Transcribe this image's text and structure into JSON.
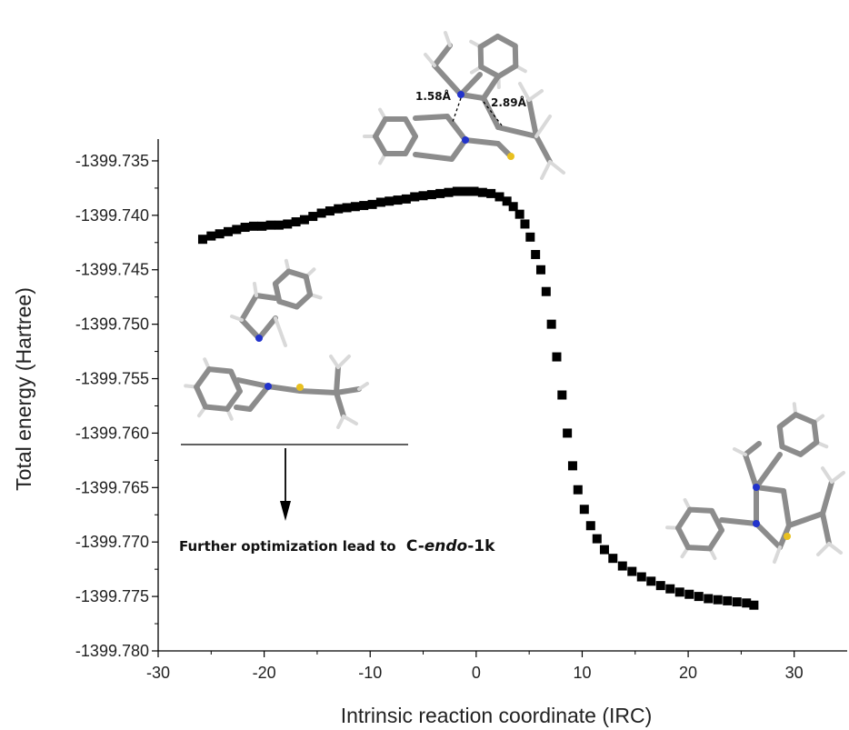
{
  "chart_data": {
    "type": "scatter",
    "xlabel": "Intrinsic reaction coordinate (IRC)",
    "ylabel": "Total energy (Hartree)",
    "xlim": [
      -30,
      35
    ],
    "ylim": [
      -1399.78,
      -1399.733
    ],
    "xticks": [
      "-30",
      "-20",
      "-10",
      "0",
      "10",
      "20",
      "30"
    ],
    "yticks": [
      "-1399.735",
      "-1399.740",
      "-1399.745",
      "-1399.750",
      "-1399.755",
      "-1399.760",
      "-1399.765",
      "-1399.770",
      "-1399.775",
      "-1399.780"
    ],
    "marker": "square",
    "marker_color": "#000000",
    "series": [
      {
        "x": [
          -25.8,
          -25.0,
          -24.2,
          -23.4,
          -22.6,
          -21.8,
          -21.0,
          -20.2,
          -19.4,
          -18.6,
          -17.8,
          -17.0,
          -16.2,
          -15.4,
          -14.6,
          -13.8,
          -13.0,
          -12.2,
          -11.4,
          -10.6,
          -9.8,
          -9.0,
          -8.2,
          -7.4,
          -6.6,
          -5.8,
          -5.0,
          -4.2,
          -3.4,
          -2.6,
          -1.8,
          -1.0,
          -0.2,
          0.6,
          1.4,
          2.2,
          2.9,
          3.5,
          4.1,
          4.6,
          5.1,
          5.6,
          6.1,
          6.6,
          7.1,
          7.6,
          8.1,
          8.6,
          9.1,
          9.6,
          10.2,
          10.8,
          11.4,
          12.1,
          12.9,
          13.8,
          14.7,
          15.6,
          16.5,
          17.4,
          18.3,
          19.2,
          20.1,
          21.0,
          21.9,
          22.8,
          23.7,
          24.6,
          25.5,
          26.2
        ],
        "y": [
          -1399.7422,
          -1399.7419,
          -1399.7417,
          -1399.7415,
          -1399.7413,
          -1399.7411,
          -1399.741,
          -1399.741,
          -1399.7409,
          -1399.7409,
          -1399.7408,
          -1399.7406,
          -1399.7404,
          -1399.7401,
          -1399.7398,
          -1399.7396,
          -1399.7394,
          -1399.7393,
          -1399.7392,
          -1399.7391,
          -1399.739,
          -1399.7388,
          -1399.7387,
          -1399.7386,
          -1399.7385,
          -1399.7383,
          -1399.7382,
          -1399.7381,
          -1399.738,
          -1399.7379,
          -1399.7378,
          -1399.7378,
          -1399.7378,
          -1399.7379,
          -1399.738,
          -1399.7383,
          -1399.7387,
          -1399.7392,
          -1399.7399,
          -1399.7408,
          -1399.742,
          -1399.7436,
          -1399.745,
          -1399.747,
          -1399.75,
          -1399.753,
          -1399.7565,
          -1399.76,
          -1399.763,
          -1399.7652,
          -1399.767,
          -1399.7685,
          -1399.7697,
          -1399.7707,
          -1399.7715,
          -1399.7722,
          -1399.7727,
          -1399.7732,
          -1399.7736,
          -1399.774,
          -1399.7743,
          -1399.7746,
          -1399.7748,
          -1399.775,
          -1399.7752,
          -1399.7753,
          -1399.7754,
          -1399.7755,
          -1399.7756,
          -1399.7758
        ]
      }
    ],
    "annotations": {
      "bond_label_1": "1.58Å",
      "bond_label_2": "2.89Å",
      "further_text": "Further optimization lead to",
      "product_prefix": "C-",
      "product_italic": "endo",
      "product_suffix": "-1k"
    }
  },
  "colors": {
    "carbon": "#8c8c8c",
    "hydrogen": "#d9d9d9",
    "nitrogen": "#2233cc",
    "sulfur": "#e8c020"
  }
}
